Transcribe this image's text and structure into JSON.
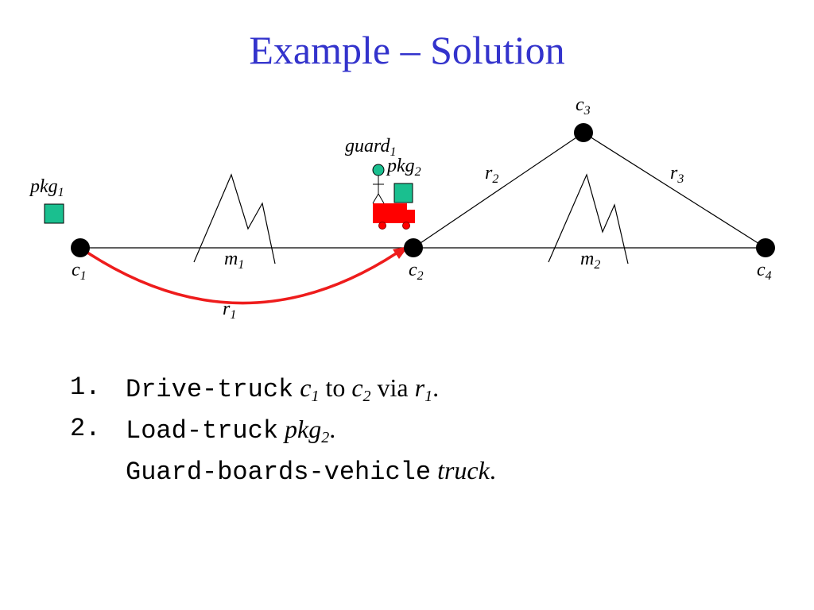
{
  "slide": {
    "title": "Example – Solution"
  },
  "diagram": {
    "colors": {
      "node": "#000000",
      "package": "#1abf8f",
      "truck": "#ff0000",
      "path": "#ee1c1c",
      "guard": "#1abf8f"
    },
    "locations": [
      {
        "id": "c1",
        "base": "c",
        "sub": "1"
      },
      {
        "id": "c2",
        "base": "c",
        "sub": "2"
      },
      {
        "id": "c3",
        "base": "c",
        "sub": "3"
      },
      {
        "id": "c4",
        "base": "c",
        "sub": "4"
      }
    ],
    "roads": [
      {
        "id": "r1",
        "base": "r",
        "sub": "1"
      },
      {
        "id": "r2",
        "base": "r",
        "sub": "2"
      },
      {
        "id": "r3",
        "base": "r",
        "sub": "3"
      }
    ],
    "mountains": [
      {
        "id": "m1",
        "base": "m",
        "sub": "1"
      },
      {
        "id": "m2",
        "base": "m",
        "sub": "2"
      }
    ],
    "packages": [
      {
        "id": "pkg1",
        "base": "pkg",
        "sub": "1"
      },
      {
        "id": "pkg2",
        "base": "pkg",
        "sub": "2"
      }
    ],
    "guard": {
      "base": "guard",
      "sub": "1"
    }
  },
  "steps": [
    {
      "number": "1.",
      "action": "Drive-truck",
      "arg1_base": "c",
      "arg1_sub": "1",
      "word1": "to",
      "arg2_base": "c",
      "arg2_sub": "2",
      "word2": "via",
      "arg3_base": "r",
      "arg3_sub": "1",
      "end": "."
    },
    {
      "number": "2.",
      "action": "Load-truck",
      "arg_base": "pkg",
      "arg_sub": "2",
      "end": ".",
      "action2": "Guard-boards-vehicle",
      "arg2": "truck",
      "end2": "."
    }
  ]
}
